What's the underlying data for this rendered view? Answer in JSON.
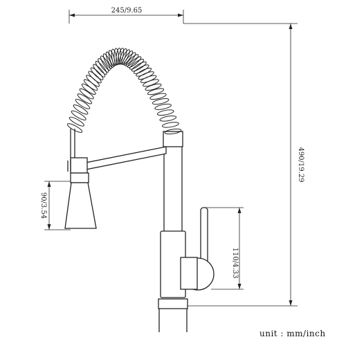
{
  "dimensions": {
    "total_width": "245/9.65",
    "total_height": "490/19.29",
    "spray_head_height": "90/3.54",
    "handle_height": "110/4.33"
  },
  "unit_label": "unit : mm/inch",
  "colors": {
    "line": "#222222",
    "background": "#ffffff"
  }
}
